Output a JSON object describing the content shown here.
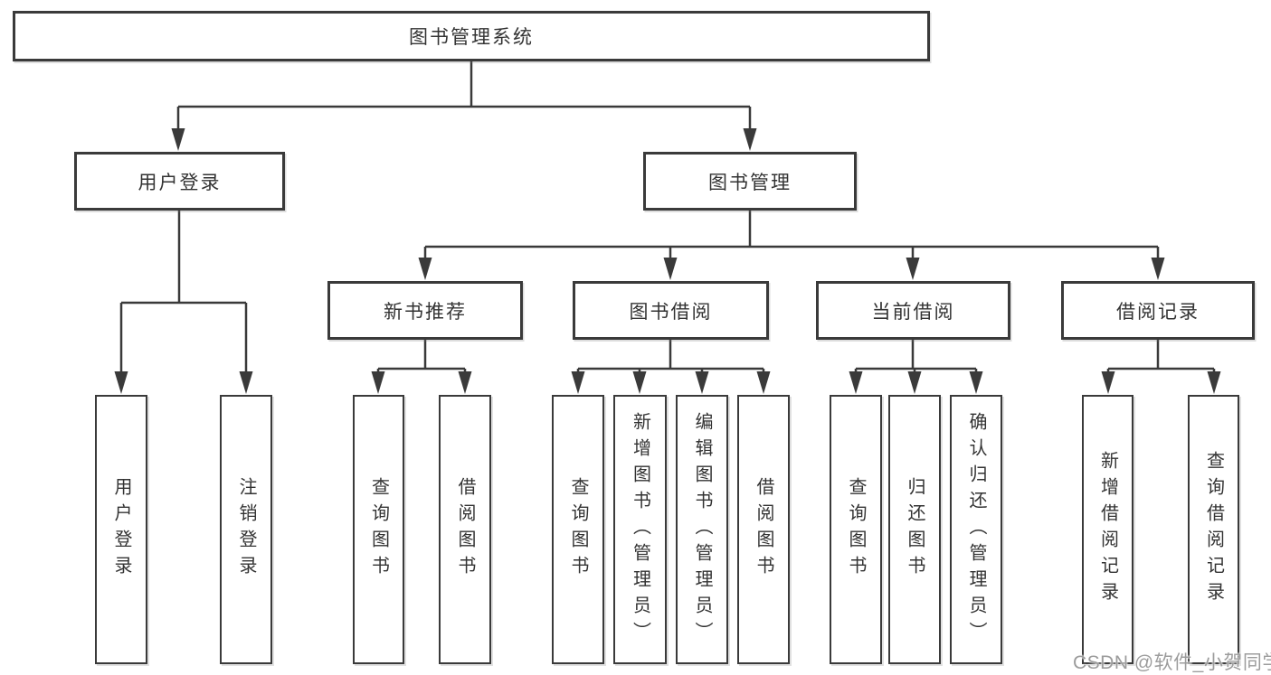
{
  "colors": {
    "line": "#3a3a3a",
    "text": "#333333",
    "watermark": "#9c9c9c",
    "background": "#ffffff"
  },
  "watermark": {
    "text": "CSDN @软件_小贺同学"
  },
  "tree": {
    "root": {
      "label": "图书管理系统"
    },
    "level2": [
      {
        "label": "用户登录"
      },
      {
        "label": "图书管理"
      }
    ],
    "level3": [
      {
        "label": "新书推荐",
        "parent": "图书管理"
      },
      {
        "label": "图书借阅",
        "parent": "图书管理"
      },
      {
        "label": "当前借阅",
        "parent": "图书管理"
      },
      {
        "label": "借阅记录",
        "parent": "图书管理"
      }
    ],
    "leaves": {
      "user_login": [
        "用户登录",
        "注销登录"
      ],
      "new_book": [
        "查询图书",
        "借阅图书"
      ],
      "book_borrow": [
        "查询图书",
        "新增图书（管理员）",
        "编辑图书（管理员）",
        "借阅图书"
      ],
      "current_borrow": [
        "查询图书",
        "归还图书",
        "确认归还（管理员）"
      ],
      "borrow_record": [
        "新增借阅记录",
        "查询借阅记录"
      ]
    }
  }
}
